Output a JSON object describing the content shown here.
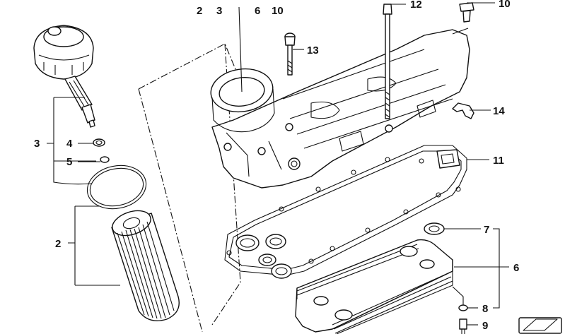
{
  "callouts": {
    "top_2": "2",
    "top_3": "3",
    "top_6": "6",
    "top_10": "10",
    "bolt_12": "12",
    "plug_10": "10",
    "bolt_13": "13",
    "clip_14": "14",
    "gasket_11": "11",
    "left_3": "3",
    "left_4": "4",
    "left_5": "5",
    "left_2": "2",
    "ring_7": "7",
    "cooler_6": "6",
    "washer_8": "8",
    "screw_9": "9"
  }
}
